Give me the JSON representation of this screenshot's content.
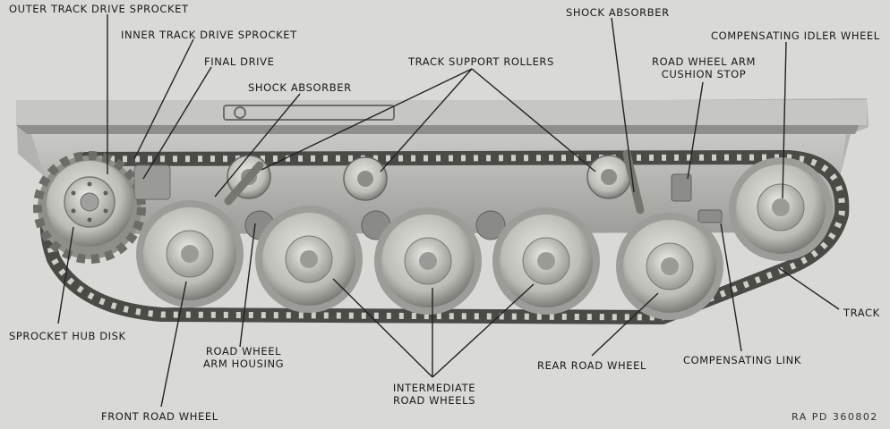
{
  "figure": {
    "code": "RA PD 360802",
    "labels": {
      "outer_sprocket": "OUTER TRACK DRIVE SPROCKET",
      "inner_sprocket": "INNER TRACK DRIVE SPROCKET",
      "final_drive": "FINAL DRIVE",
      "shock_absorber_front": "SHOCK ABSORBER",
      "track_support_rollers": "TRACK SUPPORT ROLLERS",
      "shock_absorber_rear": "SHOCK ABSORBER",
      "road_wheel_arm_cushion_stop_1": "ROAD WHEEL ARM",
      "road_wheel_arm_cushion_stop_2": "CUSHION STOP",
      "compensating_idler_wheel": "COMPENSATING IDLER WHEEL",
      "sprocket_hub_disk": "SPROCKET HUB DISK",
      "road_wheel_arm_housing_1": "ROAD WHEEL",
      "road_wheel_arm_housing_2": "ARM HOUSING",
      "intermediate_road_wheels_1": "INTERMEDIATE",
      "intermediate_road_wheels_2": "ROAD WHEELS",
      "rear_road_wheel": "REAR ROAD WHEEL",
      "compensating_link": "COMPENSATING LINK",
      "track": "TRACK",
      "front_road_wheel": "FRONT ROAD WHEEL"
    }
  }
}
